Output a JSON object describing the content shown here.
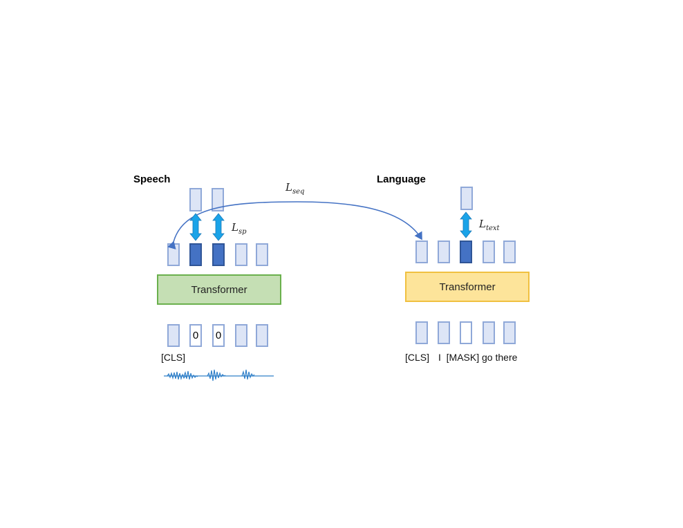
{
  "headings": {
    "speech": "Speech",
    "language": "Language"
  },
  "loss_labels": {
    "seq": {
      "base": "L",
      "sub": "seq"
    },
    "sp": {
      "base": "L",
      "sub": "sp"
    },
    "text": {
      "base": "L",
      "sub": "text"
    }
  },
  "transformers": {
    "speech": "Transformer",
    "language": "Transformer"
  },
  "speech_inputs": {
    "zero_1": "0",
    "zero_2": "0",
    "cls": "[CLS]"
  },
  "language_inputs": {
    "cls": "[CLS]",
    "tokens": "I  [MASK] go there"
  },
  "colors": {
    "box_fill": "#dde5f6",
    "box_border": "#8fa8d8",
    "masked_fill": "#4472c4",
    "arrow_blue": "#1aa3e8",
    "curve_blue": "#4472c4",
    "speech_transformer": "#c5dfb4",
    "language_transformer": "#fde49a"
  },
  "icons": [
    "double-arrow-icon",
    "curved-arrow-icon",
    "waveform-icon"
  ]
}
